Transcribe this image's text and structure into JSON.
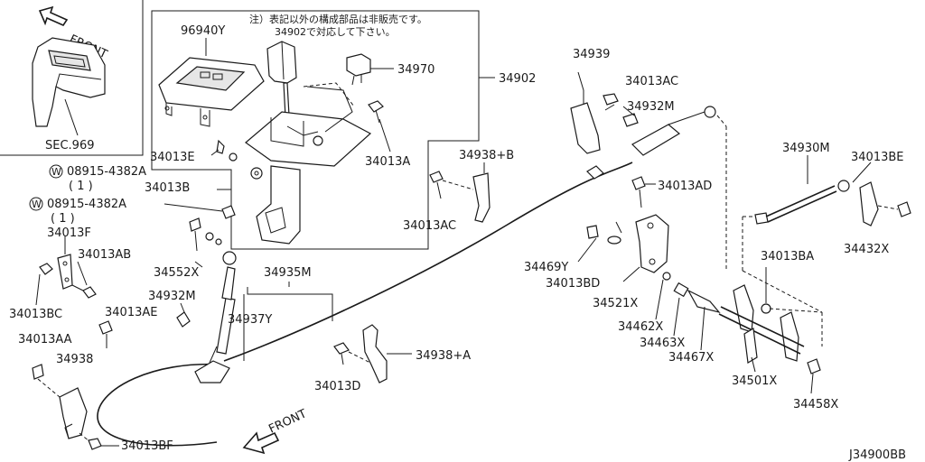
{
  "labels": {
    "front_top": "FRONT",
    "front_bottom": "FRONT",
    "sec969": "SEC.969",
    "p96940y": "96940Y",
    "note_line1": "注）表記以外の構成部品は非販売です。",
    "note_line2": "34902で対応して下さい。",
    "p34970": "34970",
    "p34902": "34902",
    "p34939": "34939",
    "p34013ac_top": "34013AC",
    "p34932m_top": "34932M",
    "p34013e": "34013E",
    "p08915_1": "08915-4382A",
    "qty_1": "( 1 )",
    "p34013b": "34013B",
    "p08915_2": "08915-4382A",
    "qty_2": "( 1 )",
    "p34013a": "34013A",
    "p34938b": "34938+B",
    "p34013ac_mid": "34013AC",
    "p34013ad": "34013AD",
    "p34930m": "34930M",
    "p34013be": "34013BE",
    "p34432x": "34432X",
    "p34013f": "34013F",
    "p34013ab": "34013AB",
    "p34013bc": "34013BC",
    "p34552x": "34552X",
    "p34935m": "34935M",
    "p34932m_left": "34932M",
    "p34937y": "34937Y",
    "p34013ae": "34013AE",
    "p34013aa": "34013AA",
    "p34938": "34938",
    "p34013bf": "34013BF",
    "p34938a": "34938+A",
    "p34013d": "34013D",
    "p34469y": "34469Y",
    "p34013bd": "34013BD",
    "p34521x": "34521X",
    "p34462x": "34462X",
    "p34463x": "34463X",
    "p34467x": "34467X",
    "p34013ba": "34013BA",
    "p34501x": "34501X",
    "p34458x": "34458X",
    "diagram_id": "J34900BB",
    "washer_symbol": "W"
  }
}
